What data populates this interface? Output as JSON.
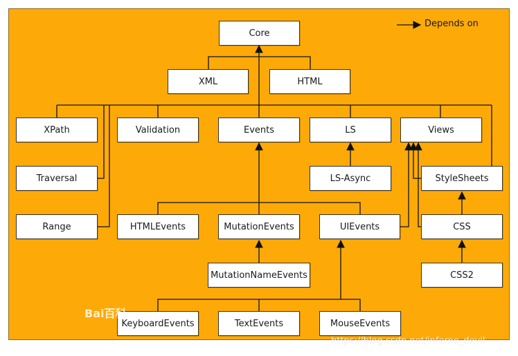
{
  "legend": {
    "label": "Depends on"
  },
  "nodes": {
    "core": "Core",
    "xml": "XML",
    "html": "HTML",
    "xpath": "XPath",
    "validation": "Validation",
    "events": "Events",
    "ls": "LS",
    "views": "Views",
    "traversal": "Traversal",
    "ls_async": "LS-Async",
    "stylesheets": "StyleSheets",
    "range": "Range",
    "html_events": "HTMLEvents",
    "mutation_events": "MutationEvents",
    "ui_events": "UIEvents",
    "css": "CSS",
    "mutation_name_events": "MutationNameEvents",
    "css2": "CSS2",
    "keyboard_events": "KeyboardEvents",
    "text_events": "TextEvents",
    "mouse_events": "MouseEvents"
  },
  "colors": {
    "background": "#fdaa08",
    "node_fill": "#ffffff",
    "line": "#111111"
  },
  "watermarks": {
    "logo": "Bai百科",
    "url": "https://blog.csdn.net/inferno_devil"
  }
}
